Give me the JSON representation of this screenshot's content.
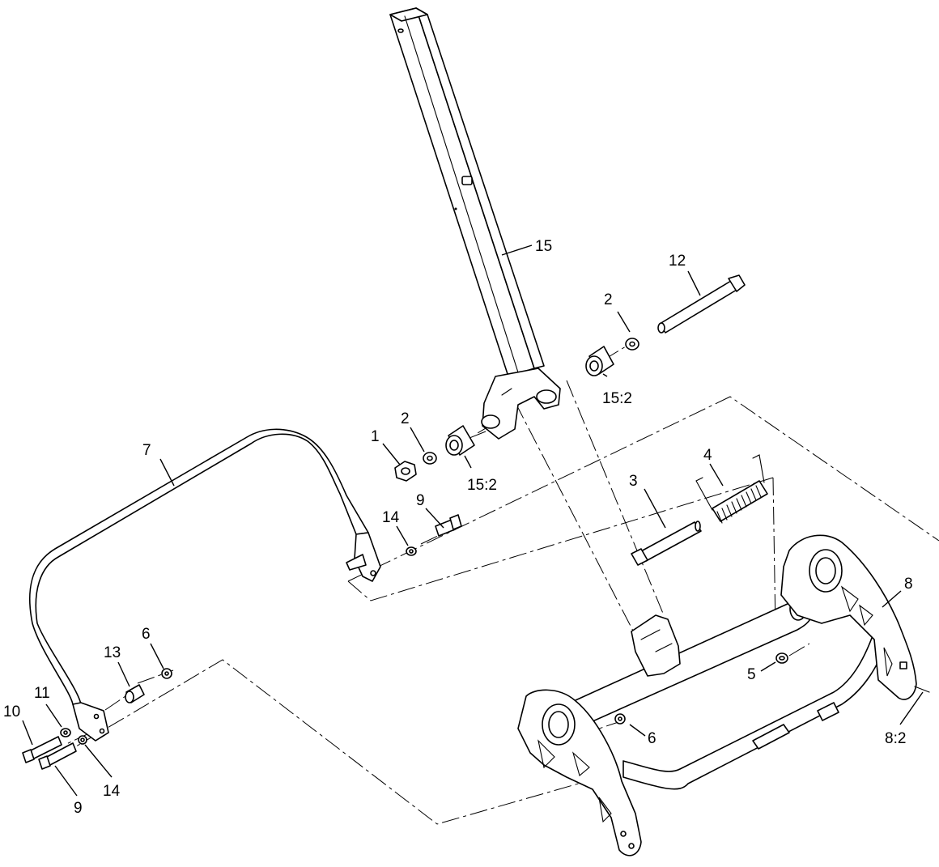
{
  "callouts": {
    "c1": "1",
    "c2a": "2",
    "c2b": "2",
    "c3": "3",
    "c4": "4",
    "c5": "5",
    "c6a": "6",
    "c6b": "6",
    "c7": "7",
    "c8": "8",
    "c8_2": "8:2",
    "c9a": "9",
    "c9b": "9",
    "c10": "10",
    "c11": "11",
    "c12": "12",
    "c13": "13",
    "c14a": "14",
    "c14b": "14",
    "c15": "15",
    "c15_2a": "15:2",
    "c15_2b": "15:2"
  },
  "colors": {
    "line": "#000000",
    "background": "#ffffff"
  }
}
